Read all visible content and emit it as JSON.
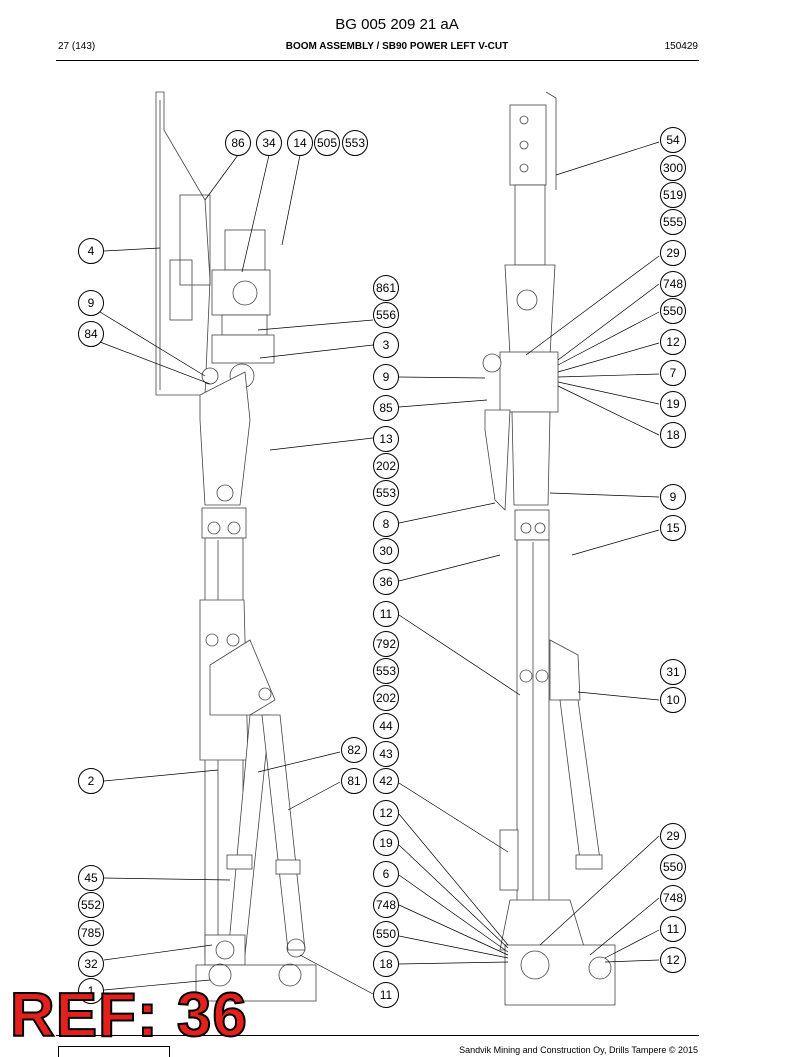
{
  "header": {
    "doc_id": "BG 005 209 21 aA",
    "page": "27 (143)",
    "title": "BOOM ASSEMBLY / SB90 POWER LEFT V-CUT",
    "code": "150429"
  },
  "callouts": {
    "c86": "86",
    "c34": "34",
    "c14": "14",
    "c505": "505",
    "c553a": "553",
    "c4": "4",
    "c9a": "9",
    "c84": "84",
    "c2": "2",
    "c45": "45",
    "c552": "552",
    "c785": "785",
    "c32": "32",
    "c1": "1",
    "c82": "82",
    "c81": "81",
    "c861": "861",
    "c556": "556",
    "c3": "3",
    "c9b": "9",
    "c85": "85",
    "c13": "13",
    "c202a": "202",
    "c553b": "553",
    "c8": "8",
    "c30": "30",
    "c36": "36",
    "c11a": "11",
    "c792": "792",
    "c553c": "553",
    "c202b": "202",
    "c44": "44",
    "c43": "43",
    "c42": "42",
    "c12a": "12",
    "c19a": "19",
    "c6": "6",
    "c748a": "748",
    "c550a": "550",
    "c18a": "18",
    "c11b": "11",
    "c54": "54",
    "c300": "300",
    "c519": "519",
    "c555": "555",
    "c29a": "29",
    "c748b": "748",
    "c550b": "550",
    "c12b": "12",
    "c7": "7",
    "c19b": "19",
    "c18b": "18",
    "c9c": "9",
    "c15": "15",
    "c31": "31",
    "c10": "10",
    "c29b": "29",
    "c550c": "550",
    "c748c": "748",
    "c11c": "11",
    "c12c": "12"
  },
  "footer": {
    "copyright": "Sandvik Mining and Construction Oy, Drills Tampere © 2015"
  },
  "stamp": {
    "ref": "REF: 36",
    "color": "#e3201c"
  }
}
